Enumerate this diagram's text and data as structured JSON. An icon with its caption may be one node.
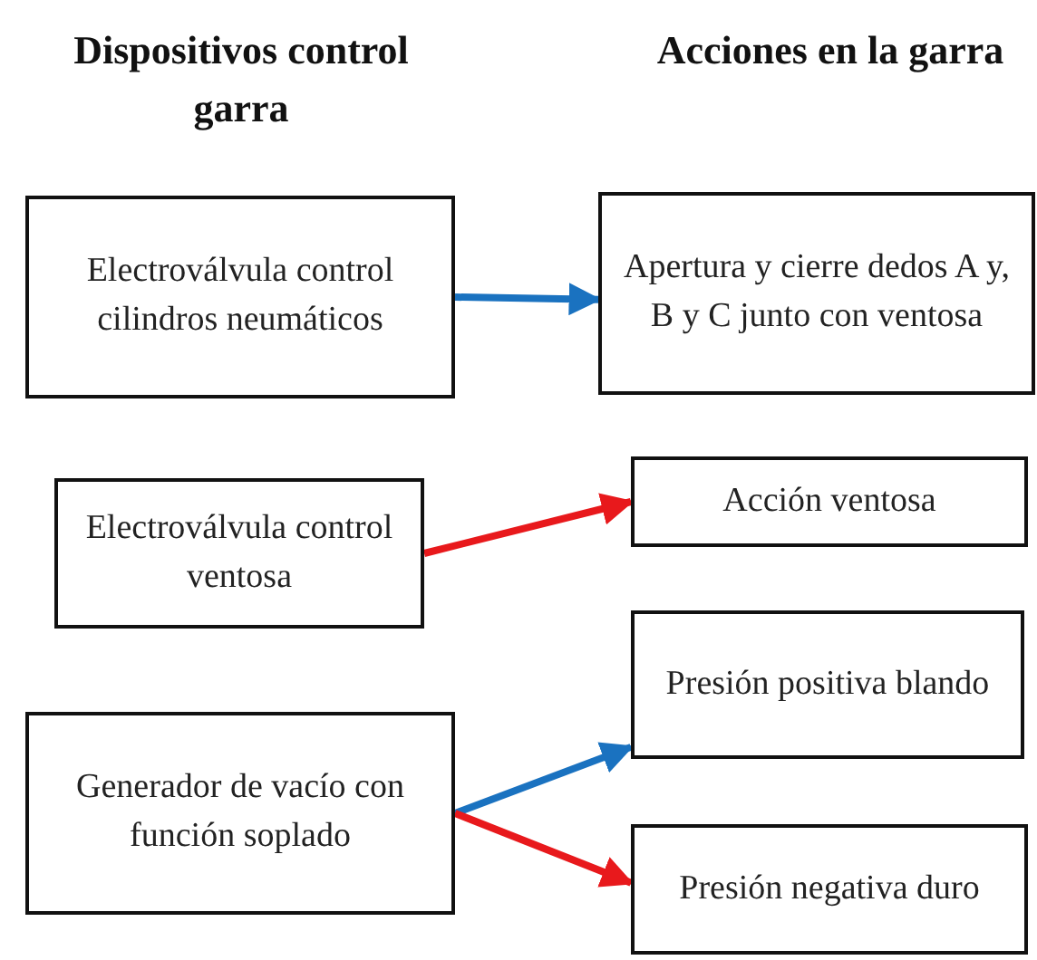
{
  "diagram": {
    "nodes": [
      {
        "text": [
          "Electroválvula control cilindros neumáticos"
        ]
      },
      {
        "text": [
          "Apertura y cierre dedos A y, B y C junto con ventosa"
        ]
      },
      {
        "text": [
          "Electroválvula control ventosa"
        ]
      },
      {
        "text": [
          "Acción ventosa"
        ]
      },
      {
        "text": [
          "Presión positiva blando"
        ]
      },
      {
        "text": [
          "Generador de vacío con función soplado"
        ]
      },
      {
        "text": [
          "Presión negativa duro"
        ]
      }
    ],
    "edges": [
      {
        "from": 0,
        "to": 1,
        "arrow": "to",
        "color": "#1a72c0"
      },
      {
        "from": 2,
        "to": 3,
        "arrow": "to",
        "color": "#e8191c"
      },
      {
        "from": 5,
        "to": 4,
        "arrow": "to",
        "color": "#1a72c0"
      },
      {
        "from": 5,
        "to": 6,
        "arrow": "to",
        "color": "#e8191c"
      }
    ],
    "labels": [
      "Dispositivos control garra",
      "Acciones en la garra"
    ]
  }
}
